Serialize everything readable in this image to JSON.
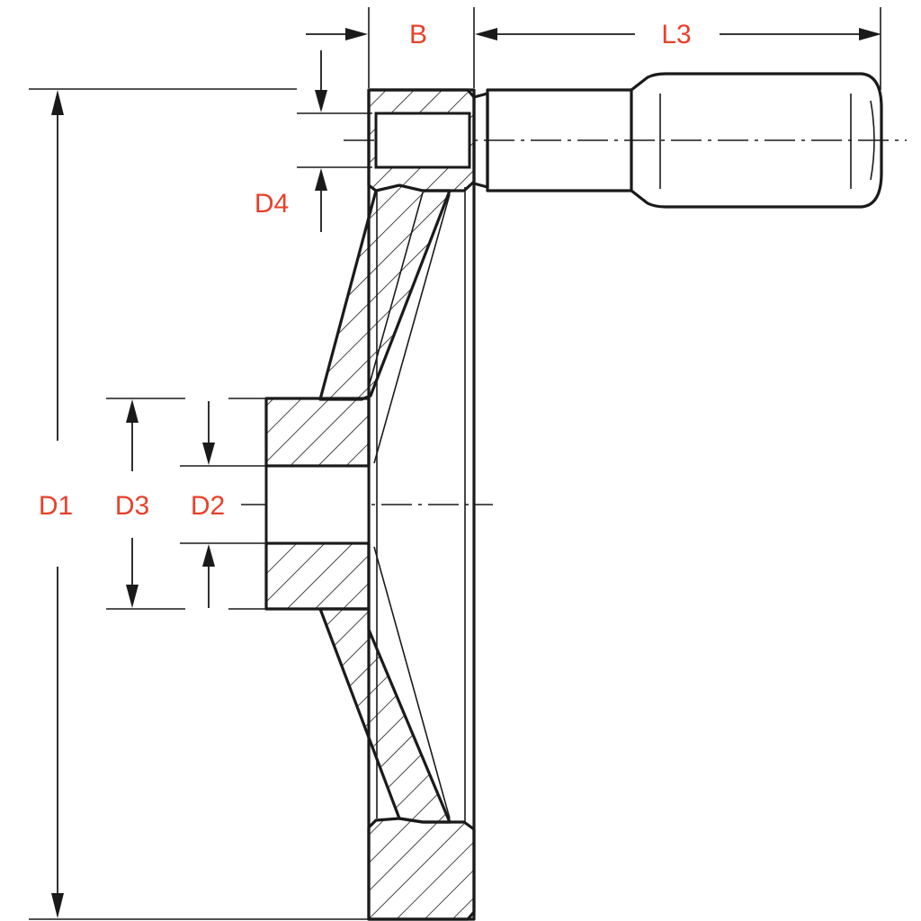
{
  "labels": {
    "B": "B",
    "L3": "L3",
    "D4": "D4",
    "D1": "D1",
    "D3": "D3",
    "D2": "D2"
  },
  "colors": {
    "label": "#e8402a",
    "line": "#1a1a1a",
    "background": "#ffffff"
  }
}
